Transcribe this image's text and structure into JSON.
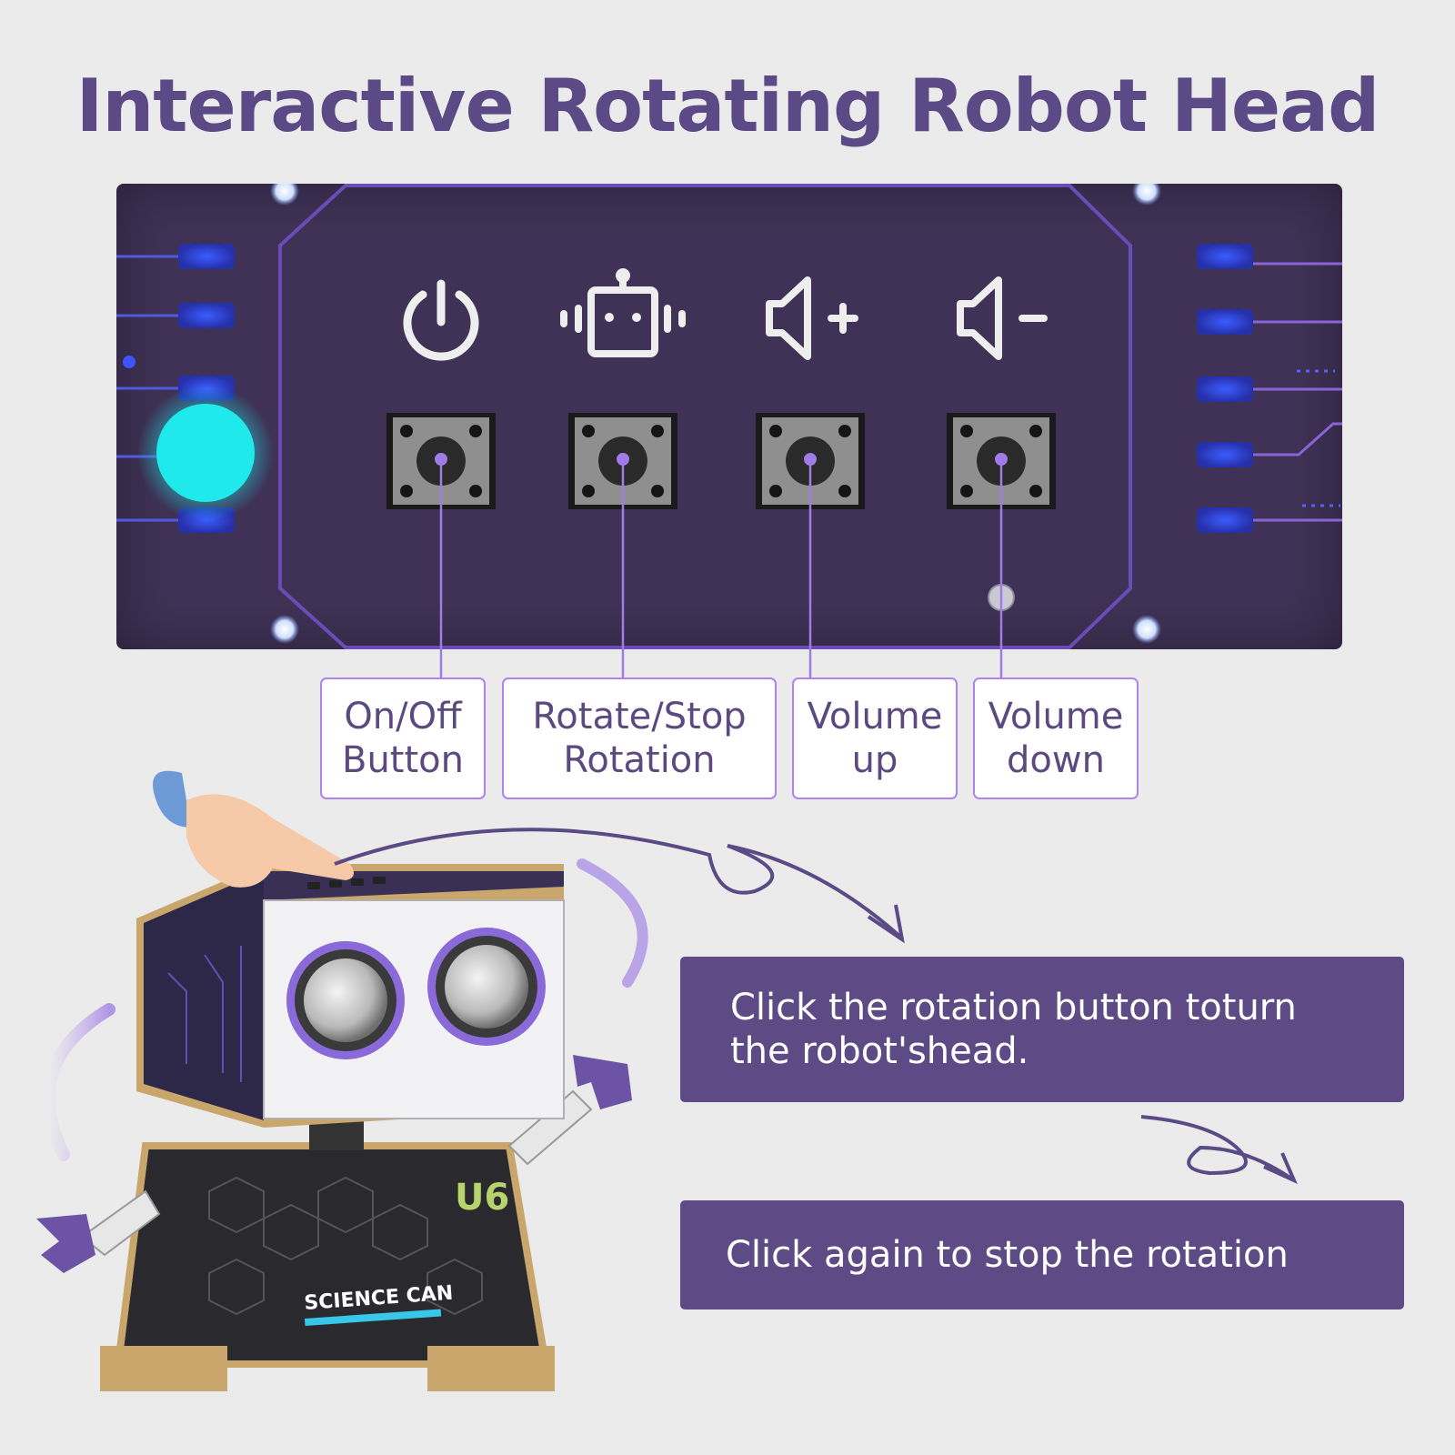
{
  "title": "Interactive Rotating Robot Head",
  "buttons": [
    {
      "icon": "power-icon",
      "label": "On/Off\nButton"
    },
    {
      "icon": "robot-face-icon",
      "label": "Rotate/Stop\nRotation"
    },
    {
      "icon": "volume-up-icon",
      "label": "Volume\nup"
    },
    {
      "icon": "volume-down-icon",
      "label": "Volume\ndown"
    }
  ],
  "instructions": {
    "step1": "Click the rotation button toturn the robot'shead.",
    "step2": "Click again to stop the rotation"
  },
  "product_logo": "SCIENCE CAN",
  "colors": {
    "title": "#5b4a86",
    "board": "#3f3256",
    "trace": "#8a64d6",
    "banner": "#5e4a84",
    "callout_border": "#b082ee",
    "led": "#19e6e8"
  }
}
